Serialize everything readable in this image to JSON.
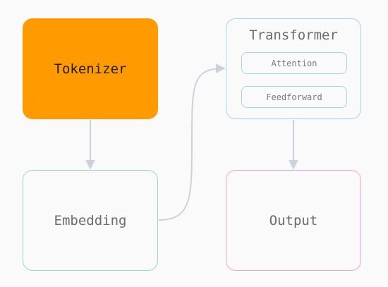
{
  "nodes": {
    "tokenizer": {
      "label": "Tokenizer"
    },
    "embedding": {
      "label": "Embedding"
    },
    "transformer": {
      "label": "Transformer",
      "children": [
        {
          "label": "Attention"
        },
        {
          "label": "Feedforward"
        }
      ]
    },
    "output": {
      "label": "Output"
    }
  },
  "colors": {
    "background": "#fafafa",
    "tokenizer_fill": "#ff9b00",
    "embedding_border": "#93dcc0",
    "transformer_border": "#9fd6ee",
    "output_border": "#f0a3d4",
    "edge": "#c9d3de"
  }
}
